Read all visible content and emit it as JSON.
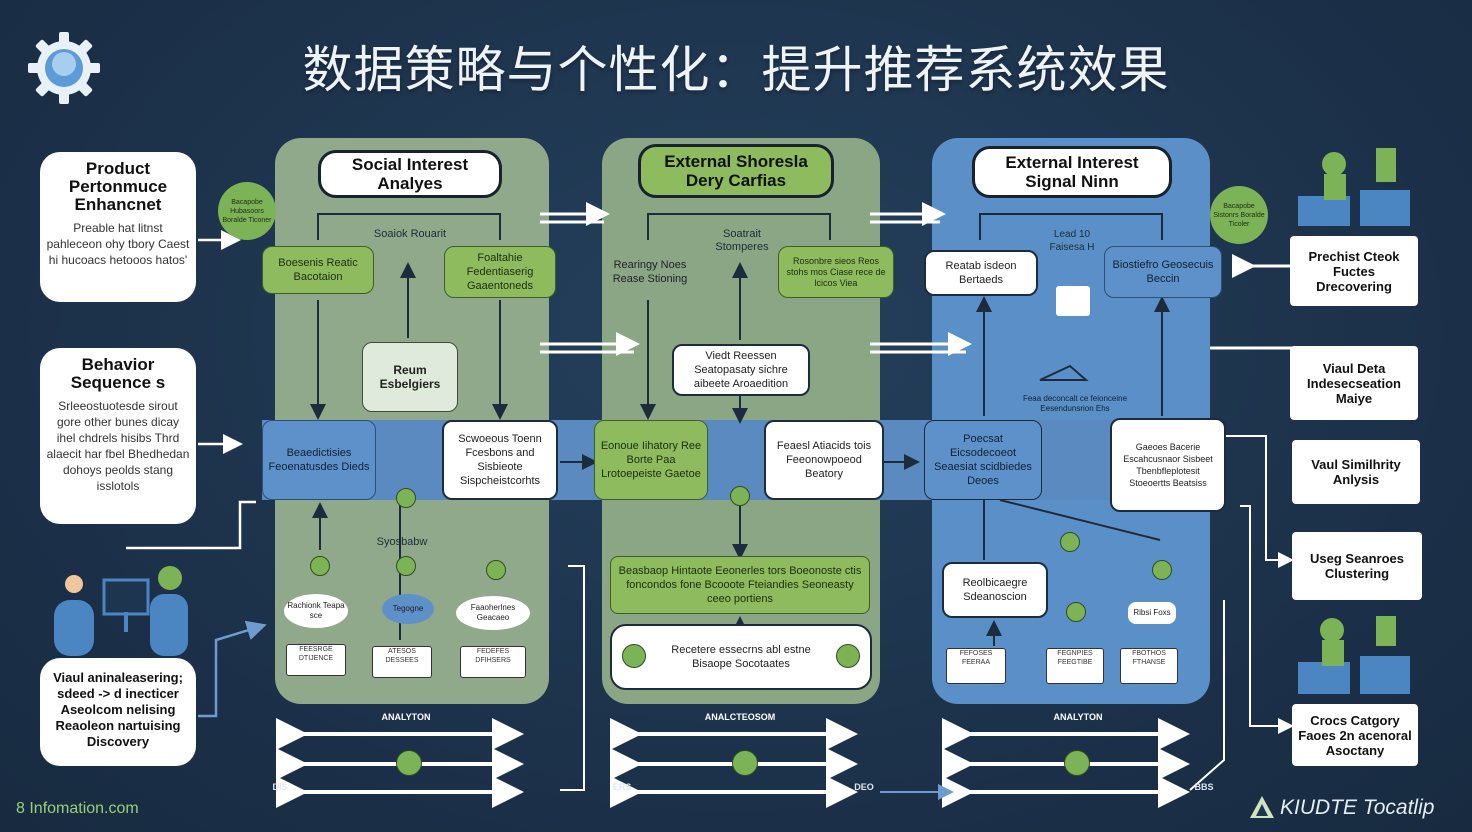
{
  "title": "数据策略与个性化：提升推荐系统效果",
  "left_cards": {
    "product": {
      "heading": "Product Pertonmuce Enhancnet",
      "text": "Preable hat litnst pahleceon ohy tbory Caest hi hucoacs hetooos hatos'"
    },
    "behavior": {
      "heading": "Behavior Sequence s",
      "text": "Srleeostuotesde sirout gore other bunes dicay ihel chdrels hisibs Thrd alaecit har fbel Bhedhedan dohoys peolds stang isslotols"
    },
    "visual": {
      "heading": "Viaul aninaleasering; sdeed -> d inecticer Aseolcom nelising Reaoleon nartuising Discovery"
    }
  },
  "circle_left": "Bacapobe Hubasoors Boralde Ticoner",
  "circle_right": "Bacapobe Sistonrs Boralde Ticoler",
  "columns": {
    "social": {
      "header": "Social Interest Analyes",
      "top_label": "Soaiok Rouarit",
      "left_box": "Boesenis Reatic Bacotaion",
      "right_box": "Foaltahie Fedentiaserig Gaaentoneds",
      "center_box": "Reum Esbelgiers",
      "band_left": "Beaedictisies Feoenatusdes Dieds",
      "band_right": "Scwoeous Toenn Fcesbons and Sisbieote Sispcheistcorhts",
      "bottom_caption": "Syosbabw",
      "ovals": [
        "Rachionk Teapa sce",
        "Tegogne",
        "Faaoherlnes Geacaeo"
      ],
      "minis": [
        "FEESRGE DTIJENCE",
        "ATESOS DESSEES",
        "FEDEFES DFIHSERS"
      ],
      "footer_label": "ANALYTON"
    },
    "external": {
      "header": "External Shoresla Dery Carfias",
      "top_label": "Soatrait Stomperes",
      "left_box": "Rearingy Noes Rease Stioning",
      "right_box": "Rosonbre sieos Reos stohs mos Ciase rece de lcicos Viea",
      "center_box": "Viedt Reessen Seatopasaty sichre aibeete Aroaedition",
      "band_left": "Eonoue Iihatory Ree Borte Paa Lrotoepeiste Gaetoe",
      "band_right": "Feaesl Atiacids tois Feeonowpoeod Beatory",
      "bottom_green": "Beasbaop Hintaote Eeonerles tors Boeonoste ctis foncondos fone Bcooote Fteiandies Seoneasty ceeo portiens",
      "bottom_white": "Recetere essecrns abl estne Bisaope Socotaates",
      "footer_label": "ANALCTEOSOM"
    },
    "signal": {
      "header": "External Interest Signal Ninn",
      "top_label": "Lead 10 Faisesa H",
      "left_box": "Reatab isdeon Bertaeds",
      "right_box": "Biostiefro Geosecuis Beccin",
      "arrow_text": "Feaa deconcalt ce feionceine Eesendunsrion Ehs",
      "band_left": "Poecsat Eicsodecoeot Seaesiat scidbiedes Deoes",
      "band_right": "Gaeoes Bacerie Escahcusnaor Sisbeet Tbenbfleplotesit Stoeoertts Beatsiss",
      "lower_box": "Reolbicaegre Sdeanoscion",
      "small_oval": "Ribsi Foxs",
      "minis": [
        "FEFOSES FEERAA",
        "FEGNPIES FEEGTIBE",
        "FBOTHOS FTHANSE"
      ],
      "footer_label": "ANALYTON"
    }
  },
  "right_cards": [
    "Prechist Cteok Fuctes Drecovering",
    "Viaul Deta Indesecseation Maiye",
    "Vaul Similhrity Anlysis",
    "Useg Seanroes Clustering",
    "Crocs Catgory Faoes 2n acenoral Asoctany"
  ],
  "bottom_tags": [
    "DIS",
    "ERS",
    "DEO",
    "BBS"
  ],
  "footer_left": "8 Infomation.com",
  "footer_right": "KIUDTE Tocatlip",
  "colors": {
    "background": "#1e3550",
    "green_panel": "#8fa98a",
    "blue_panel": "#5b8fc7",
    "accent_green": "#7cb356"
  }
}
